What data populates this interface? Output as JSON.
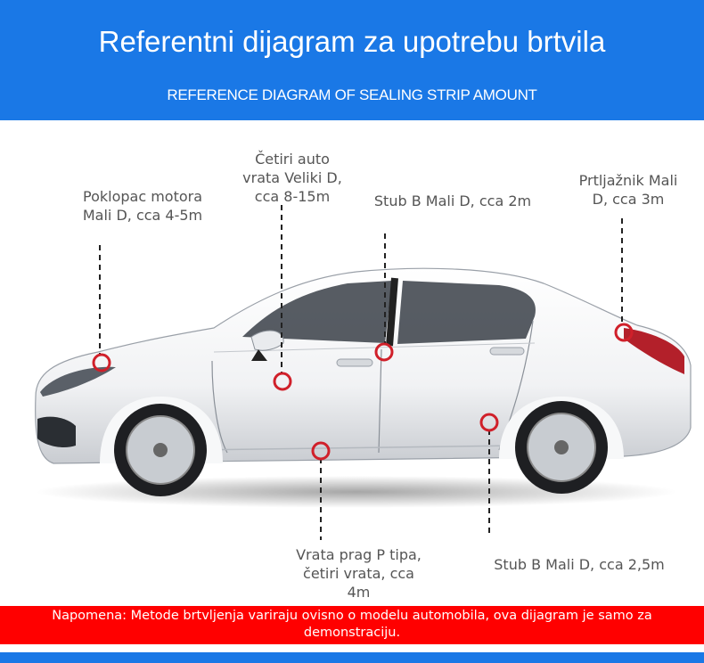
{
  "header": {
    "title": "Referentni dijagram za upotrebu brtvila",
    "subtitle": "REFERENCE DIAGRAM OF SEALING STRIP AMOUNT"
  },
  "labels": {
    "hood": "Poklopac motora Mali D, cca 4-5m",
    "doors": "Četiri auto vrata Veliki D, cca 8-15m",
    "pillar_top": "Stub B Mali D, cca 2m",
    "trunk": "Prtljažnik Mali D, cca 3m",
    "sill": "Vrata prag P tipa, četiri vrata, cca 4m",
    "pillar_bottom": "Stub B Mali D, cca 2,5m"
  },
  "note": {
    "text": "Napomena: Metode brtvljenja variraju ovisno o modelu automobila, ova dijagram je samo za demonstraciju."
  },
  "colors": {
    "header_blue": "#1a78e6",
    "marker_red": "#d0202a",
    "note_red": "#ff0000"
  }
}
